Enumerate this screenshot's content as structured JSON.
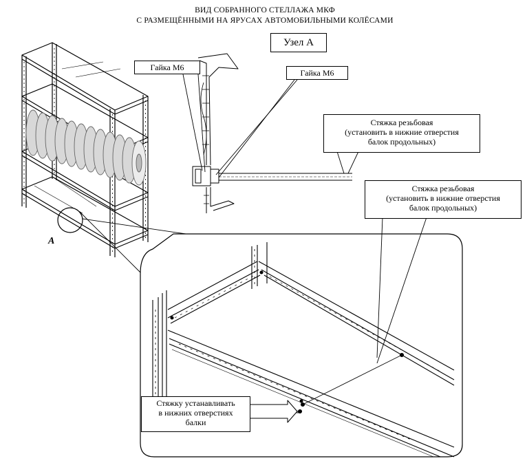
{
  "title": {
    "line1": "ВИД СОБРАННОГО СТЕЛЛАЖА МКФ",
    "line2": "С РАЗМЕЩЁННЫМИ НА ЯРУСАХ АВТОМОБИЛЬНЫМИ КОЛЁСАМИ"
  },
  "node_label": "Узел А",
  "detail_marker": "A",
  "callouts": {
    "nut_left": "Гайка М6",
    "nut_right": "Гайка М6",
    "tie_top": {
      "line1": "Стяжка резьбовая",
      "line2": "(установить в нижние отверстия",
      "line3": "балок продольных)"
    },
    "tie_mid": {
      "line1": "Стяжка резьбовая",
      "line2": "(установить в нижние отверстия",
      "line3": "балок продольных)"
    },
    "install_note": {
      "line1": "Стяжку устанавливать",
      "line2": "в нижних отверстиях",
      "line3": "балки"
    }
  },
  "colors": {
    "line": "#000000",
    "tire": "#d8d8d8",
    "background": "#ffffff"
  }
}
